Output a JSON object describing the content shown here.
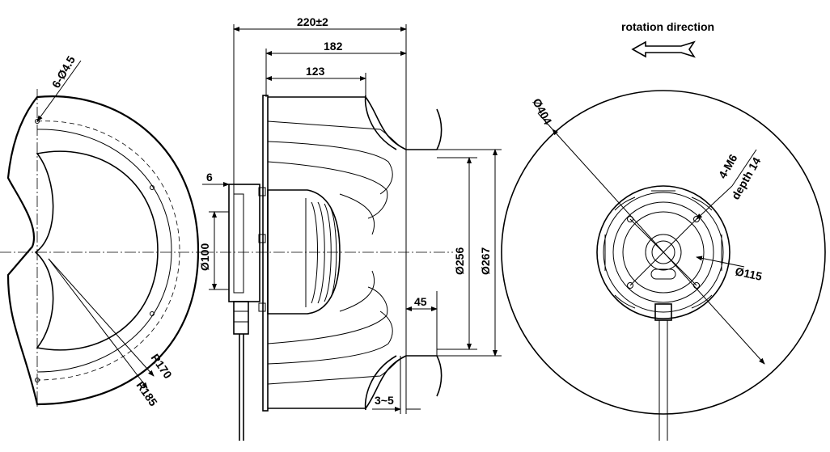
{
  "left_view": {
    "hole_pattern": "6-Ø4.5",
    "radius_inner": "R170",
    "radius_outer": "R185"
  },
  "side_view": {
    "overall_length": "220±2",
    "impeller_length": "182",
    "blade_length": "123",
    "flange_thickness": "6",
    "motor_diameter": "Ø100",
    "inlet_diameter": "Ø256",
    "ring_diameter": "Ø267",
    "ring_depth": "45",
    "gap": "3~5"
  },
  "right_view": {
    "rotation_label": "rotation direction",
    "outer_diameter": "Ø404",
    "thread_label": "4-M6",
    "depth_label": "depth 14",
    "bolt_circle": "Ø115"
  }
}
